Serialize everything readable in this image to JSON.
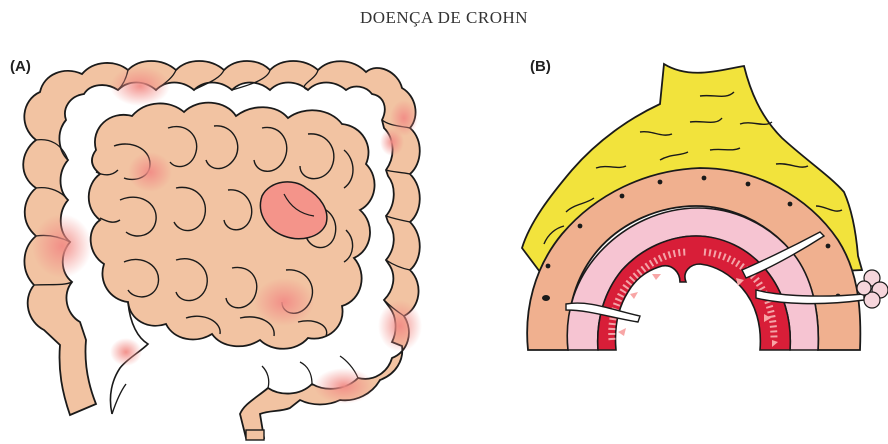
{
  "title": "DOENÇA DE CROHN",
  "panels": [
    {
      "label": "(A)",
      "icon": "intestine-illustration"
    },
    {
      "label": "(B)",
      "icon": "intestinal-wall-cross-section"
    }
  ],
  "colors": {
    "tissue": "#f2c3a2",
    "inflamed": "#f4948a",
    "fat": "#f2e33c",
    "muscle": "#f0b08f",
    "submucosa": "#f6c4d2",
    "mucosa": "#d81e38",
    "outline": "#1a1a1a"
  }
}
